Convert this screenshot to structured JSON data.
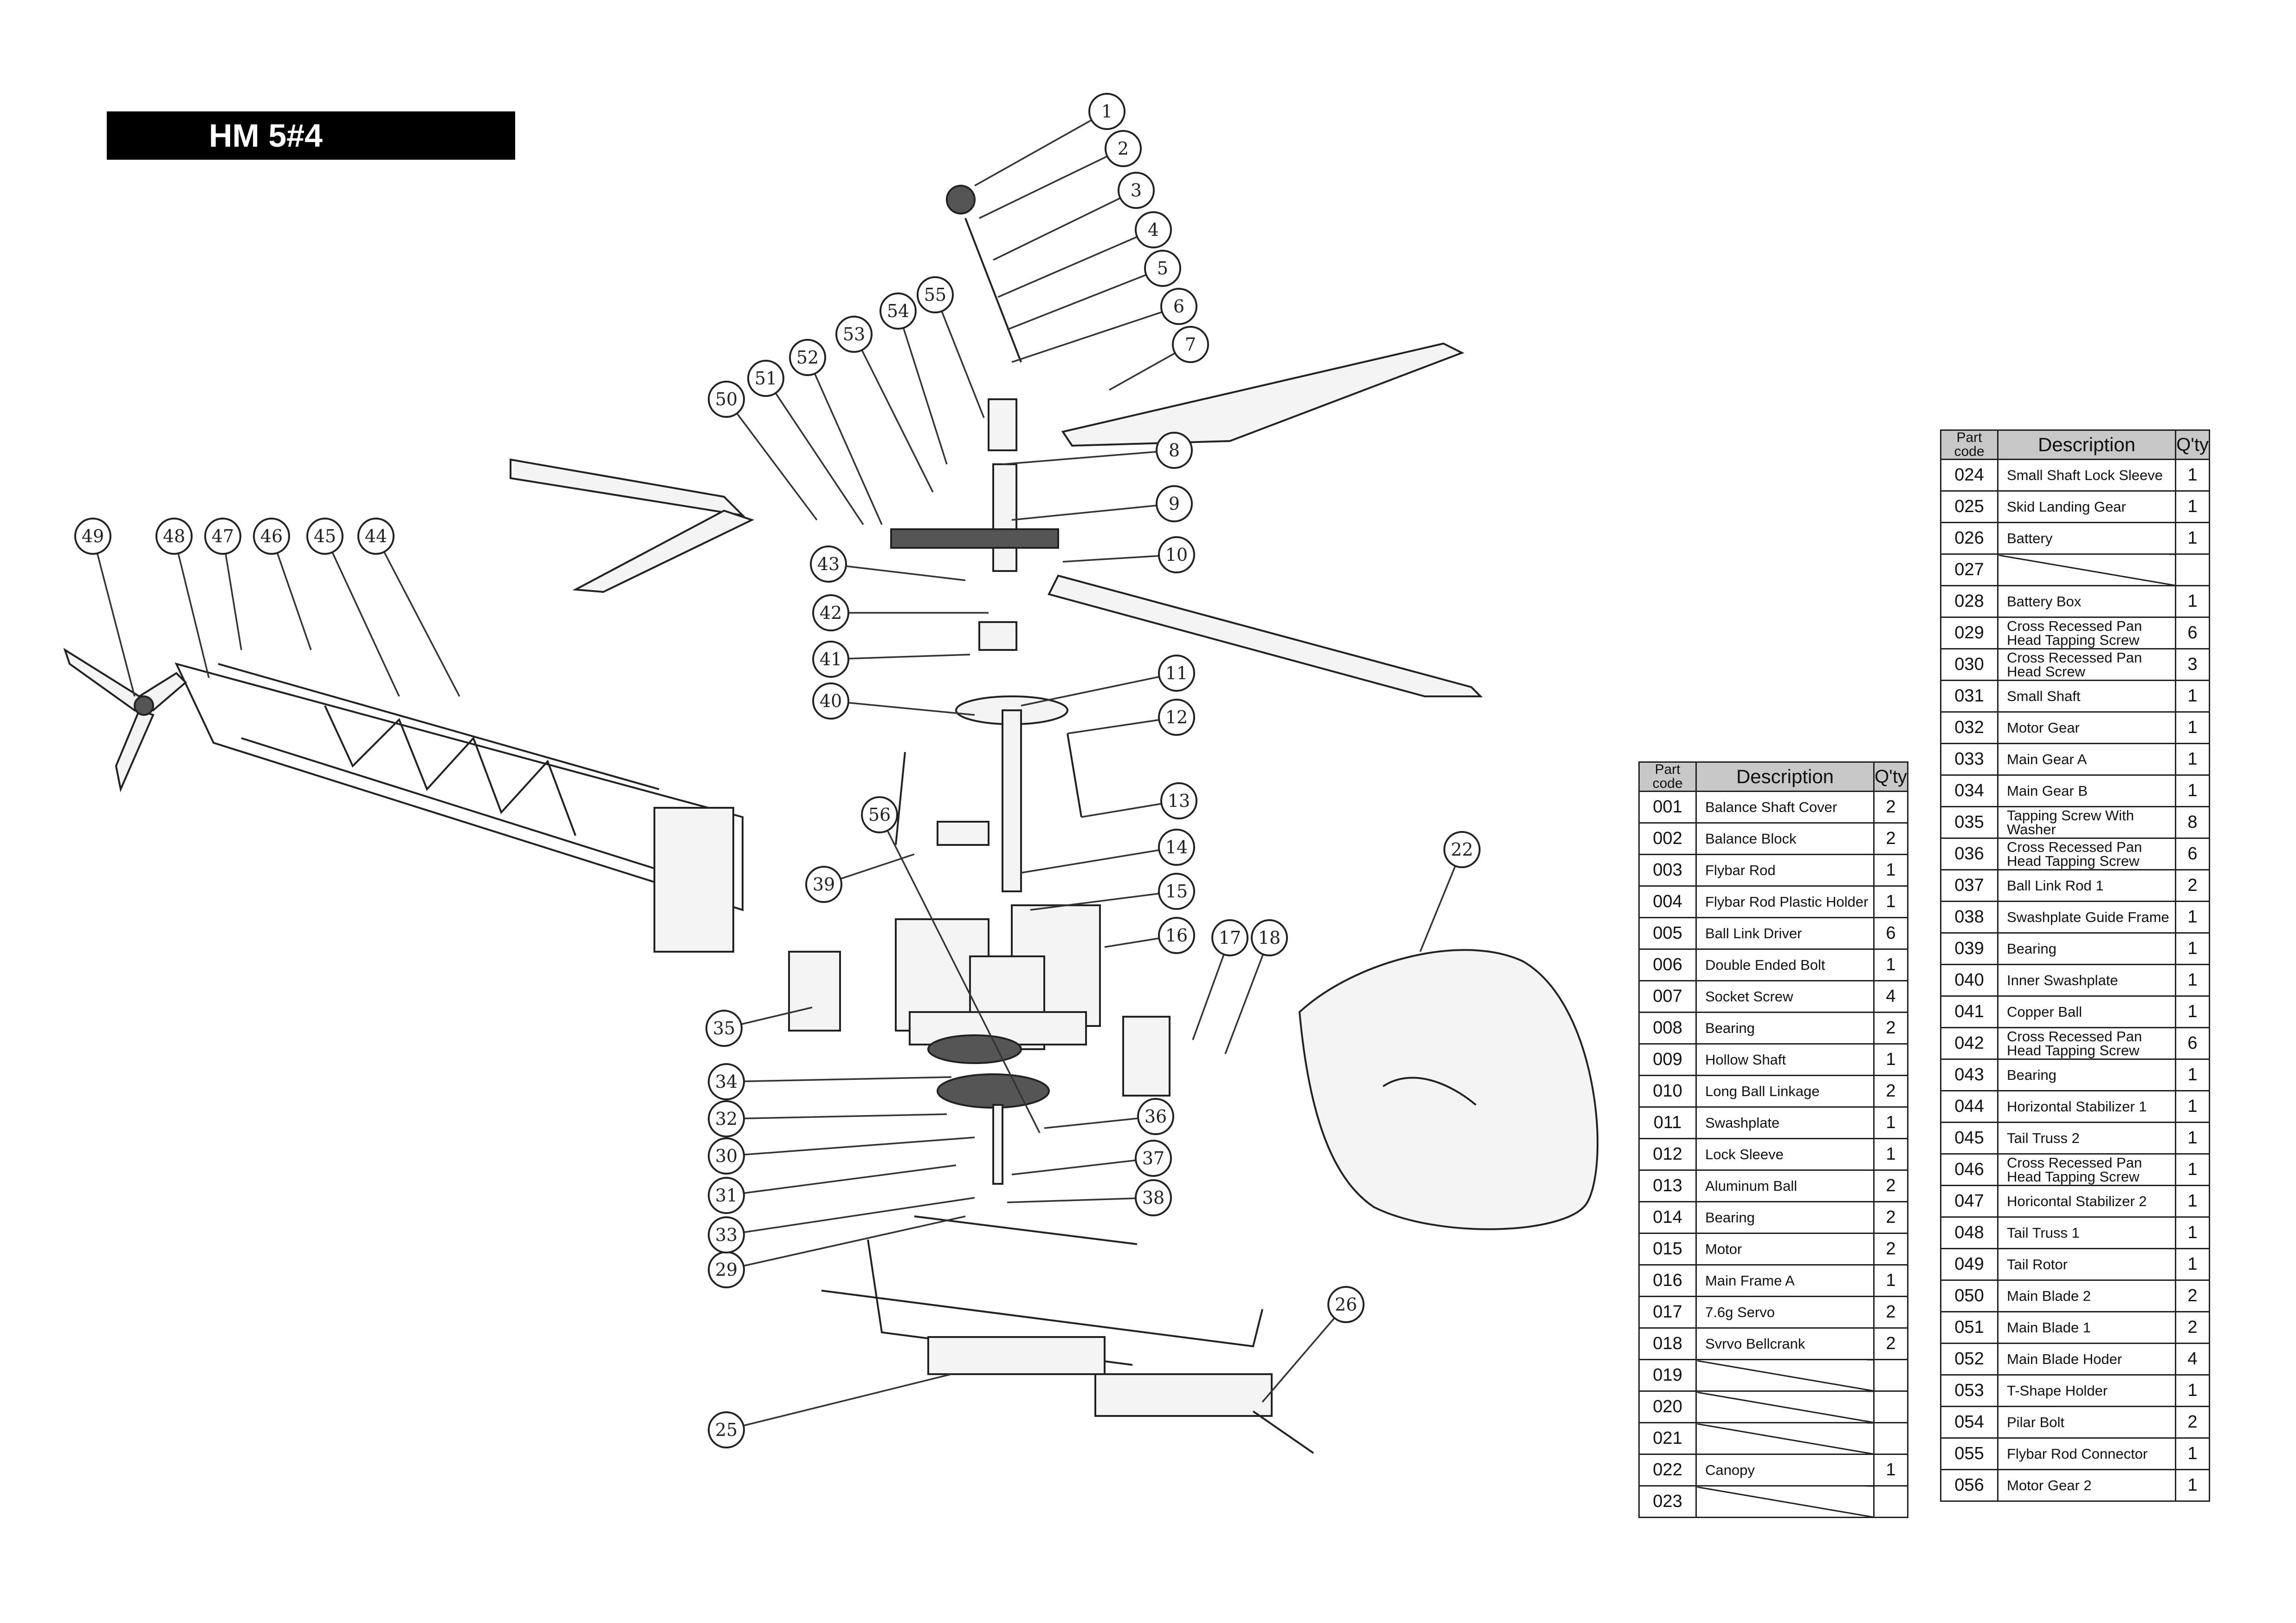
{
  "title": "HM 5#4",
  "table_headers": {
    "code": "Part code",
    "description": "Description",
    "qty": "Q'ty"
  },
  "parts_table_1": [
    {
      "code": "001",
      "description": "Balance Shaft Cover",
      "qty": "2"
    },
    {
      "code": "002",
      "description": "Balance Block",
      "qty": "2"
    },
    {
      "code": "003",
      "description": "Flybar Rod",
      "qty": "1"
    },
    {
      "code": "004",
      "description": "Flybar Rod Plastic Holder",
      "qty": "1"
    },
    {
      "code": "005",
      "description": "Ball Link Driver",
      "qty": "6"
    },
    {
      "code": "006",
      "description": "Double Ended Bolt",
      "qty": "1"
    },
    {
      "code": "007",
      "description": "Socket Screw",
      "qty": "4"
    },
    {
      "code": "008",
      "description": "Bearing",
      "qty": "2"
    },
    {
      "code": "009",
      "description": "Hollow Shaft",
      "qty": "1"
    },
    {
      "code": "010",
      "description": "Long Ball Linkage",
      "qty": "2"
    },
    {
      "code": "011",
      "description": "Swashplate",
      "qty": "1"
    },
    {
      "code": "012",
      "description": "Lock Sleeve",
      "qty": "1"
    },
    {
      "code": "013",
      "description": "Aluminum Ball",
      "qty": "2"
    },
    {
      "code": "014",
      "description": "Bearing",
      "qty": "2"
    },
    {
      "code": "015",
      "description": "Motor",
      "qty": "2"
    },
    {
      "code": "016",
      "description": "Main Frame A",
      "qty": "1"
    },
    {
      "code": "017",
      "description": "7.6g Servo",
      "qty": "2"
    },
    {
      "code": "018",
      "description": "Svrvo Bellcrank",
      "qty": "2"
    },
    {
      "code": "019",
      "description": "",
      "qty": ""
    },
    {
      "code": "020",
      "description": "",
      "qty": ""
    },
    {
      "code": "021",
      "description": "",
      "qty": ""
    },
    {
      "code": "022",
      "description": "Canopy",
      "qty": "1"
    },
    {
      "code": "023",
      "description": "",
      "qty": ""
    }
  ],
  "parts_table_2": [
    {
      "code": "024",
      "description": "Small Shaft Lock Sleeve",
      "qty": "1"
    },
    {
      "code": "025",
      "description": "Skid Landing Gear",
      "qty": "1"
    },
    {
      "code": "026",
      "description": "Battery",
      "qty": "1"
    },
    {
      "code": "027",
      "description": "",
      "qty": ""
    },
    {
      "code": "028",
      "description": "Battery Box",
      "qty": "1"
    },
    {
      "code": "029",
      "description": "Cross Recessed Pan Head Tapping Screw",
      "qty": "6"
    },
    {
      "code": "030",
      "description": "Cross Recessed Pan Head Screw",
      "qty": "3"
    },
    {
      "code": "031",
      "description": "Small Shaft",
      "qty": "1"
    },
    {
      "code": "032",
      "description": "Motor Gear",
      "qty": "1"
    },
    {
      "code": "033",
      "description": "Main Gear A",
      "qty": "1"
    },
    {
      "code": "034",
      "description": "Main Gear B",
      "qty": "1"
    },
    {
      "code": "035",
      "description": "Tapping Screw With Washer",
      "qty": "8"
    },
    {
      "code": "036",
      "description": "Cross Recessed Pan Head Tapping Screw",
      "qty": "6"
    },
    {
      "code": "037",
      "description": "Ball Link Rod 1",
      "qty": "2"
    },
    {
      "code": "038",
      "description": "Swashplate Guide Frame",
      "qty": "1"
    },
    {
      "code": "039",
      "description": "Bearing",
      "qty": "1"
    },
    {
      "code": "040",
      "description": "Inner Swashplate",
      "qty": "1"
    },
    {
      "code": "041",
      "description": "Copper Ball",
      "qty": "1"
    },
    {
      "code": "042",
      "description": "Cross Recessed Pan Head Tapping Screw",
      "qty": "6"
    },
    {
      "code": "043",
      "description": "Bearing",
      "qty": "1"
    },
    {
      "code": "044",
      "description": "Horizontal Stabilizer 1",
      "qty": "1"
    },
    {
      "code": "045",
      "description": "Tail Truss 2",
      "qty": "1"
    },
    {
      "code": "046",
      "description": "Cross Recessed Pan Head Tapping Screw",
      "qty": "1"
    },
    {
      "code": "047",
      "description": "Horicontal Stabilizer 2",
      "qty": "1"
    },
    {
      "code": "048",
      "description": "Tail Truss 1",
      "qty": "1"
    },
    {
      "code": "049",
      "description": "Tail Rotor",
      "qty": "1"
    },
    {
      "code": "050",
      "description": "Main Blade 2",
      "qty": "2"
    },
    {
      "code": "051",
      "description": "Main Blade 1",
      "qty": "2"
    },
    {
      "code": "052",
      "description": "Main Blade Hoder",
      "qty": "4"
    },
    {
      "code": "053",
      "description": "T-Shape Holder",
      "qty": "1"
    },
    {
      "code": "054",
      "description": "Pilar Bolt",
      "qty": "2"
    },
    {
      "code": "055",
      "description": "Flybar Rod Connector",
      "qty": "1"
    },
    {
      "code": "056",
      "description": "Motor Gear 2",
      "qty": "1"
    }
  ],
  "callouts": [
    "1",
    "2",
    "3",
    "4",
    "5",
    "6",
    "7",
    "8",
    "9",
    "10",
    "11",
    "12",
    "13",
    "14",
    "15",
    "16",
    "17",
    "18",
    "22",
    "25",
    "26",
    "29",
    "30",
    "31",
    "32",
    "33",
    "34",
    "35",
    "36",
    "37",
    "38",
    "39",
    "40",
    "41",
    "42",
    "43",
    "44",
    "45",
    "46",
    "47",
    "48",
    "49",
    "50",
    "51",
    "52",
    "53",
    "54",
    "55",
    "56"
  ]
}
